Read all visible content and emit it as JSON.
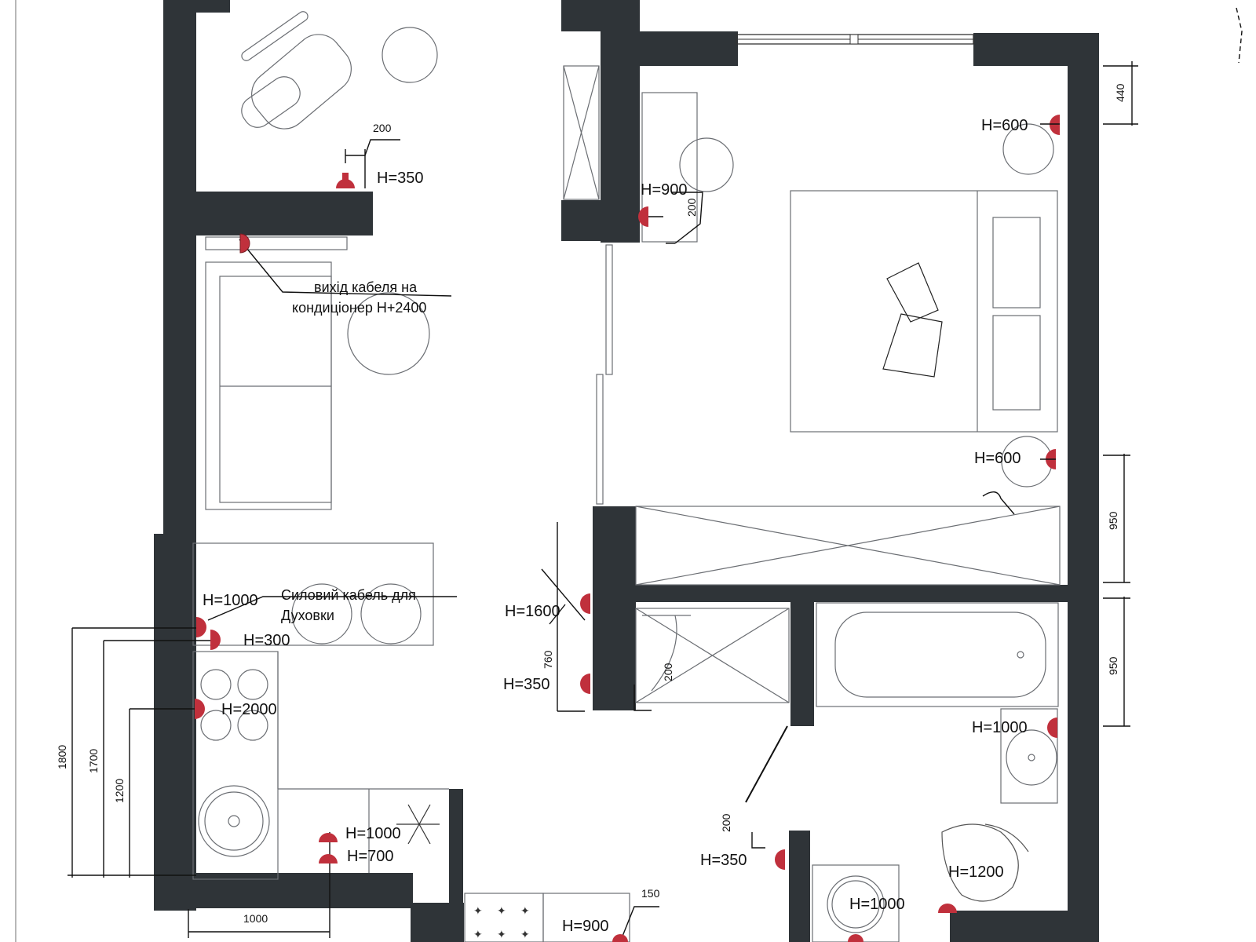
{
  "plan": {
    "sockets": [
      {
        "id": "s1",
        "label": "H=350"
      },
      {
        "id": "s2",
        "label": "H=600"
      },
      {
        "id": "s3",
        "label": "H=900"
      },
      {
        "id": "s4",
        "label": "H=600"
      },
      {
        "id": "s5",
        "label": "H=1000"
      },
      {
        "id": "s6",
        "label": "H=300"
      },
      {
        "id": "s7",
        "label": "H=2000"
      },
      {
        "id": "s8",
        "label": "H=1600"
      },
      {
        "id": "s9",
        "label": "H=350"
      },
      {
        "id": "s10",
        "label": "H=1000"
      },
      {
        "id": "s11",
        "label": "H=700"
      },
      {
        "id": "s12",
        "label": "H=1000"
      },
      {
        "id": "s13",
        "label": "H=350"
      },
      {
        "id": "s14",
        "label": "H=1200"
      },
      {
        "id": "s15",
        "label": "H=1000"
      },
      {
        "id": "s16",
        "label": "H=900"
      }
    ],
    "notes": {
      "ac_cable_line1": "вихід кабеля на",
      "ac_cable_line2": "кондиціонер H+2400",
      "oven_cable_line1": "Силовий кабель для",
      "oven_cable_line2": "Духовки"
    },
    "dimensions": {
      "d200_top": "200",
      "d440": "440",
      "d200_bed": "200",
      "d950_upper": "950",
      "d950_lower": "950",
      "d760": "760",
      "d200_hall": "200",
      "d1800": "1800",
      "d1700": "1700",
      "d1200": "1200",
      "d200_bath": "200",
      "d1000": "1000",
      "d150": "150"
    },
    "colors": {
      "wall": "#2f3438",
      "socket": "#c0303c",
      "furniture": "#6b6e73"
    }
  }
}
